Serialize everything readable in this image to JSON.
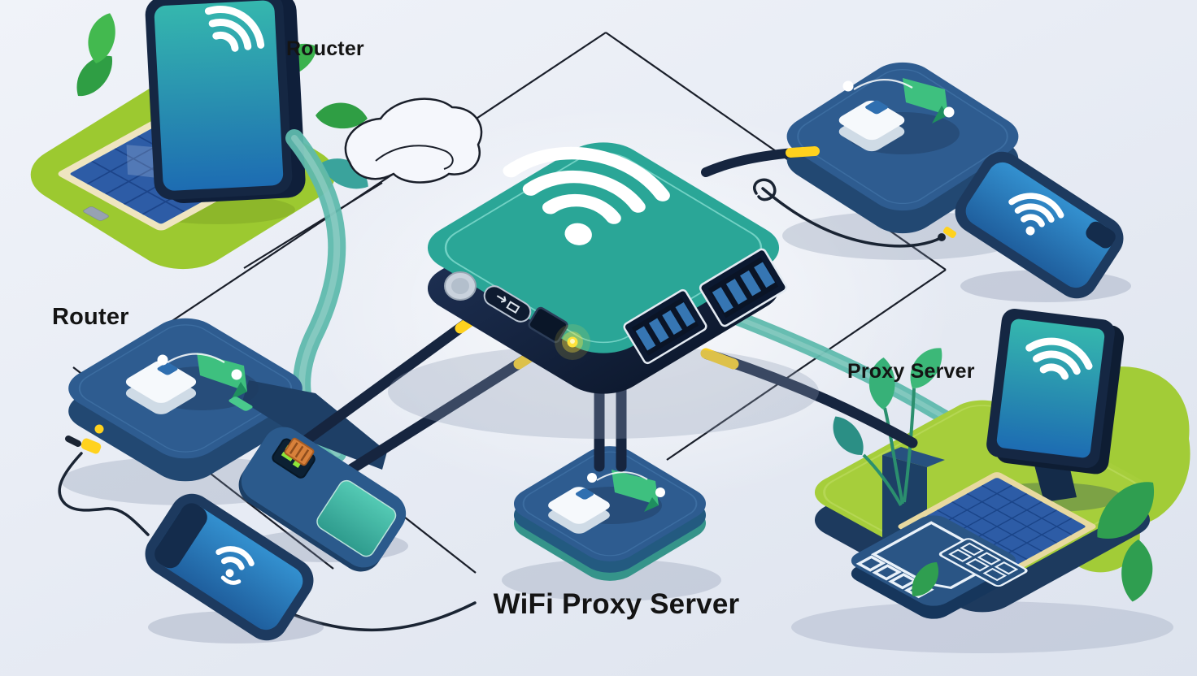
{
  "title": {
    "text": "WiFi Proxy Server"
  },
  "labels": {
    "top_left_device": "Roucter",
    "left_device": "Router",
    "right_platform": "Proxy Server"
  },
  "icons": {
    "wifi": "wifi-icon",
    "flag": "flag-icon",
    "led": "status-led-icon",
    "ethernet_port": "ethernet-port-icon",
    "solar_panel": "solar-panel-icon",
    "leaf": "leaf-icon",
    "cable": "ethernet-cable-icon"
  },
  "colors": {
    "background": "#E9EDF5",
    "device_top_teal": "#2BA697",
    "device_body_navy": "#15243F",
    "tile_blue": "#2E5C90",
    "platform_green": "#A6CE3B",
    "grass_green": "#9CC930",
    "cable_navy": "#16253F",
    "connector_yellow": "#FFD21E",
    "ribbon_teal": "#5FB9AD",
    "screen_blue": "#2E86C8",
    "label_text": "#141414"
  }
}
